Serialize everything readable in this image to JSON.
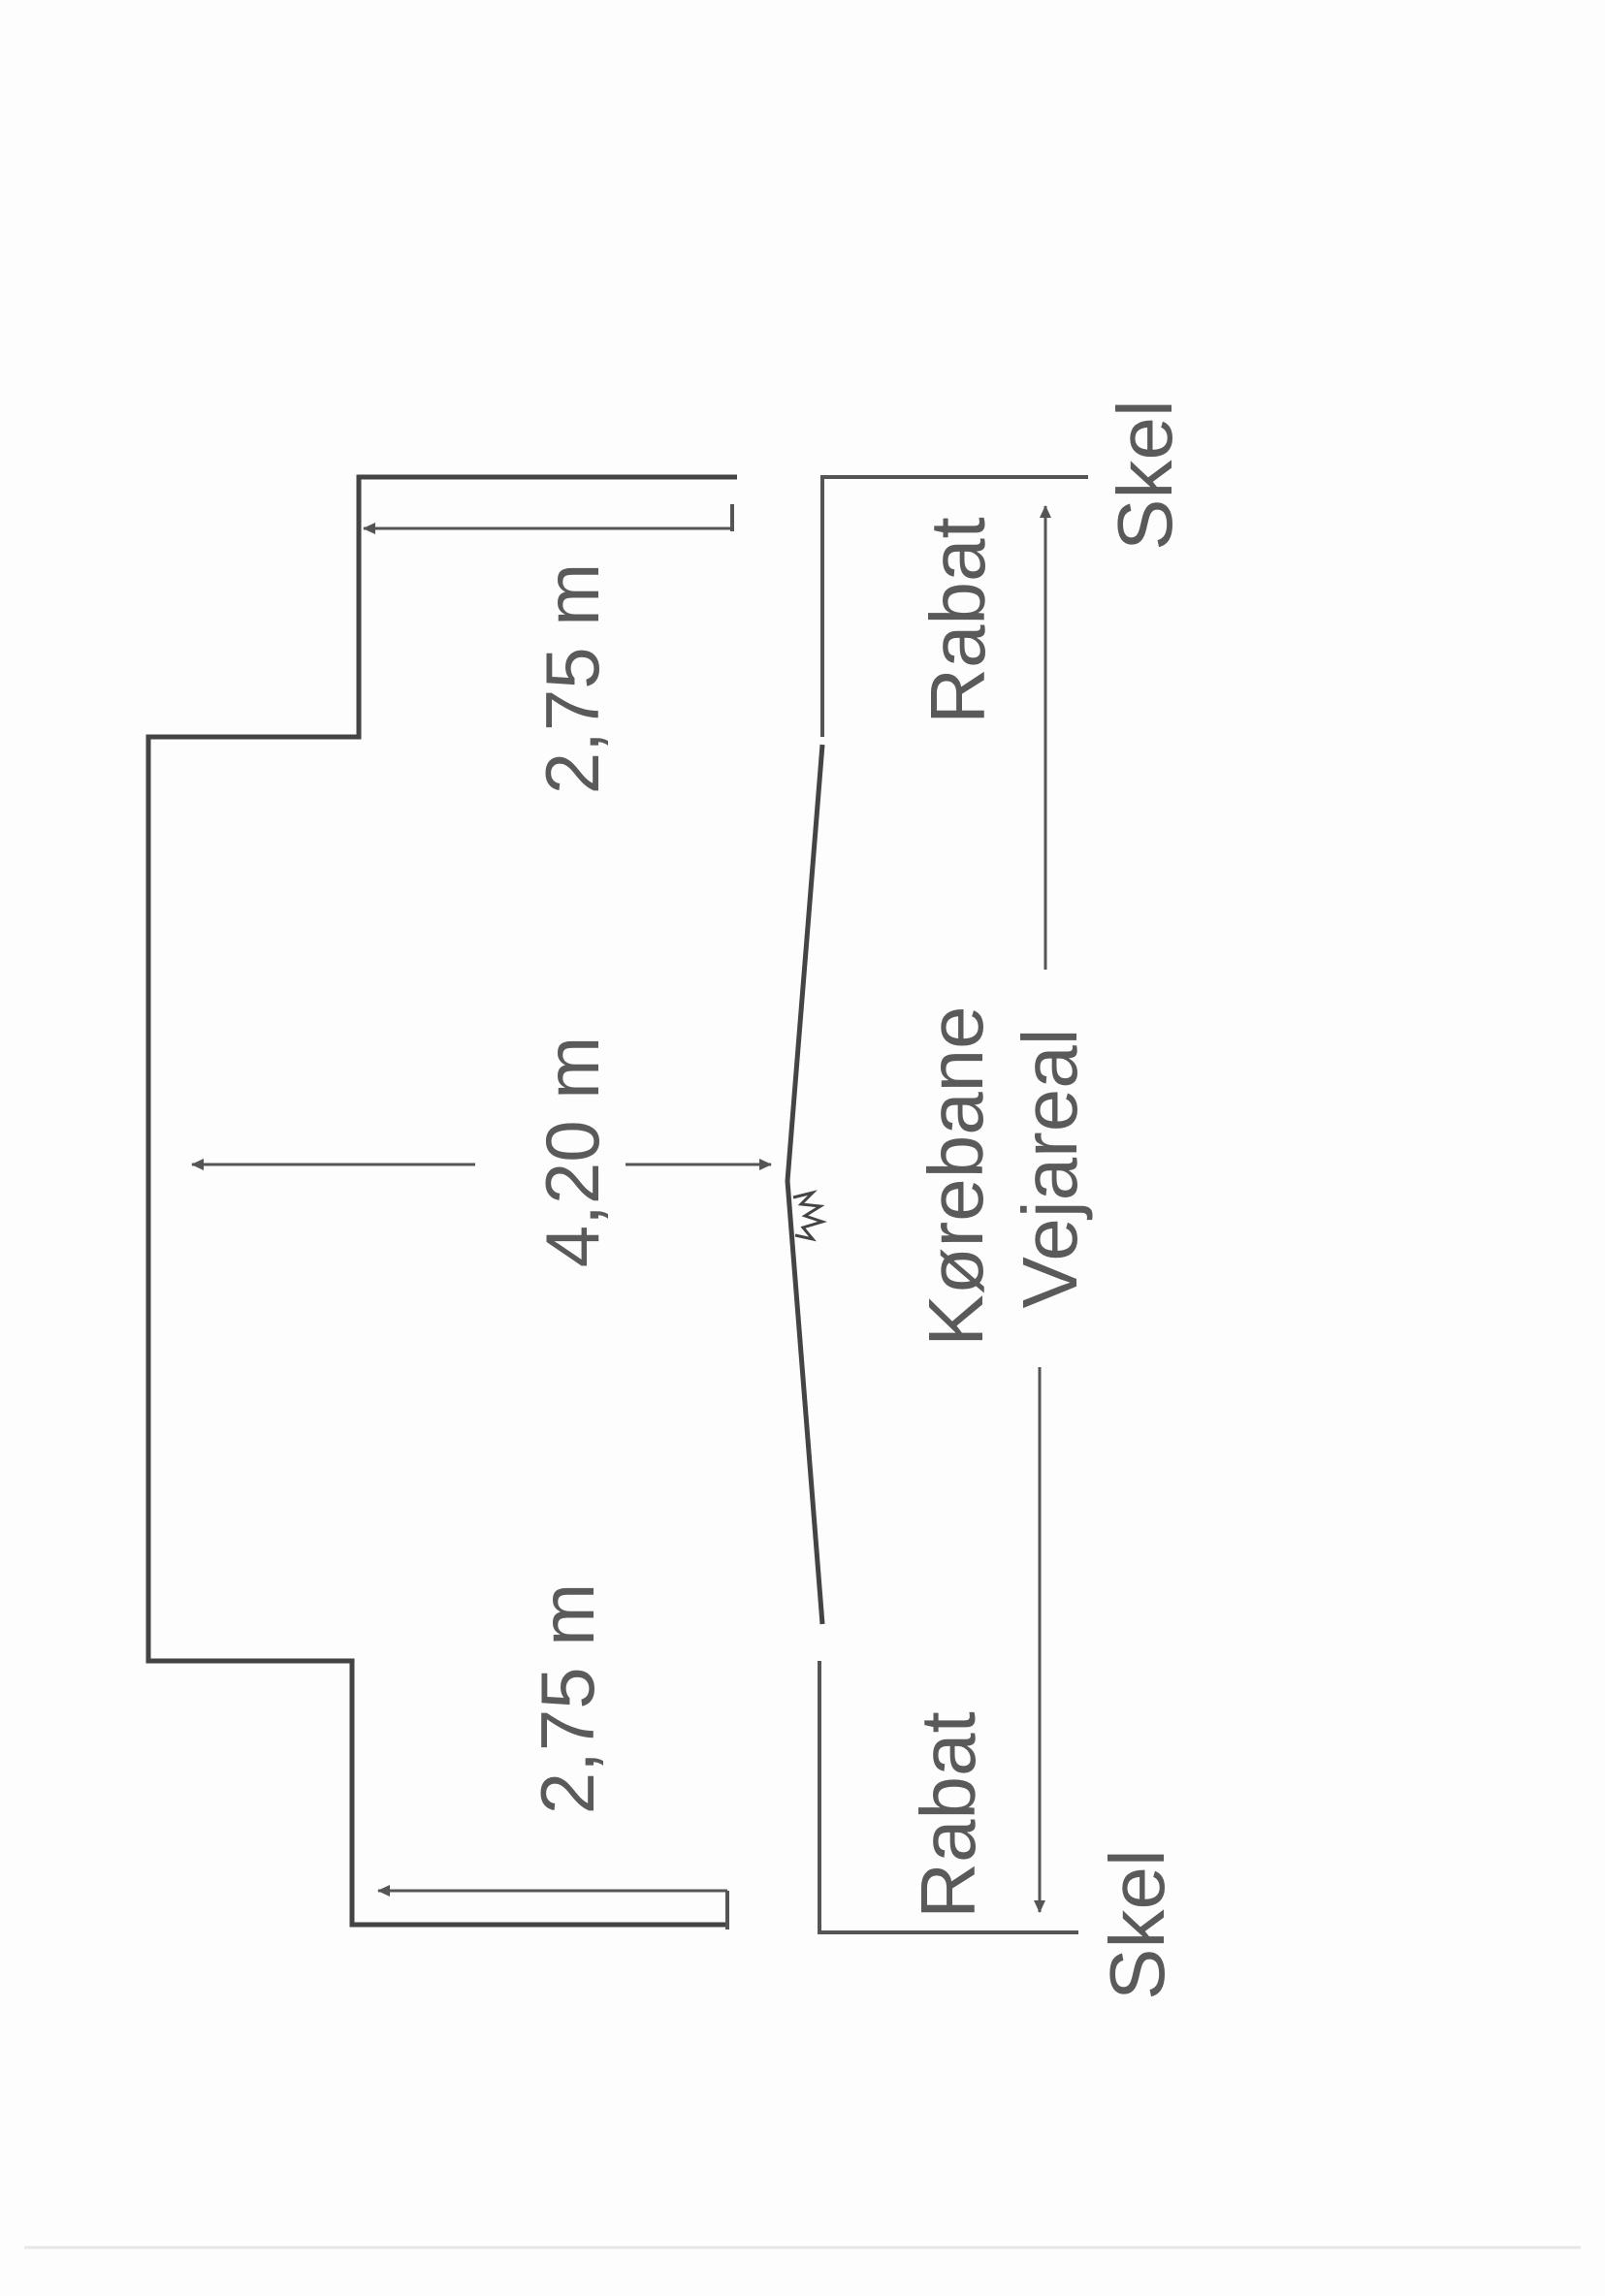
{
  "diagram": {
    "dimensions": {
      "shoulder_right": "2,75 m",
      "carriageway": "4,20 m",
      "shoulder_left": "2,75 m"
    },
    "labels": {
      "rabat_top": "Rabat",
      "rabat_bottom": "Rabat",
      "korebane": "Kørebane",
      "vejareal": "Vejareal",
      "skel_top": "Skel",
      "skel_bottom": "Skel"
    }
  }
}
